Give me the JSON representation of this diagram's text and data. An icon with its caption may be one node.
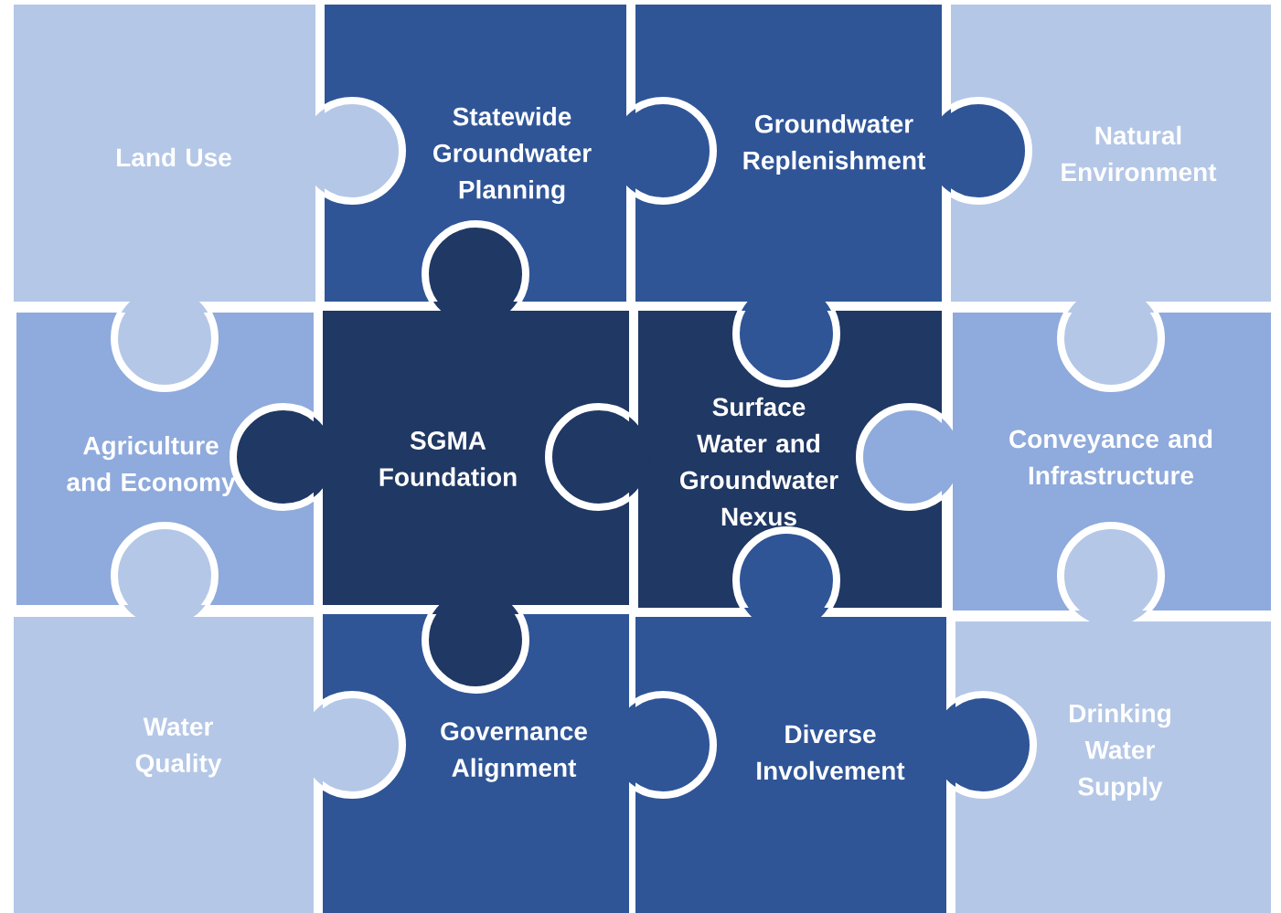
{
  "diagram": {
    "nodes": [
      {
        "text": [
          "Land Use"
        ]
      },
      {
        "text": [
          "Statewide Groundwater Planning"
        ]
      },
      {
        "text": [
          "Groundwater Replenishment"
        ]
      },
      {
        "text": [
          "Natural Environment"
        ]
      },
      {
        "text": [
          "Agriculture and Economy"
        ]
      },
      {
        "text": [
          "SGMA Foundation"
        ]
      },
      {
        "text": [
          "Surface Water and Groundwater Nexus"
        ]
      },
      {
        "text": [
          "Conveyance and Infrastructure"
        ]
      },
      {
        "text": [
          "Water Quality"
        ]
      },
      {
        "text": [
          "Governance Alignment"
        ]
      },
      {
        "text": [
          "Diverse Involvement"
        ]
      },
      {
        "text": [
          "Drinking Water Supply"
        ]
      }
    ]
  }
}
